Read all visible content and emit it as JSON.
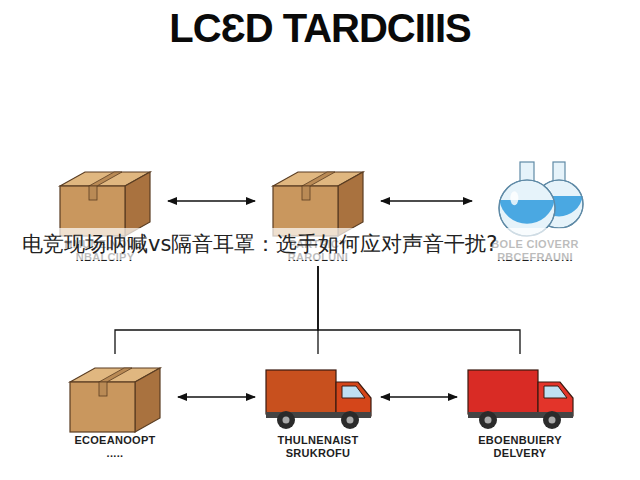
{
  "diagram": {
    "title": "LCƐD TARDCIIIS",
    "nodes": [
      {
        "text": [
          "HMUNE NOVIS NBALCIPY"
        ]
      },
      {
        "text": [
          "PARTRICY RAROLUNI"
        ]
      },
      {
        "text": [
          "BOLE CIOVERR RBCEFRAUNI"
        ]
      },
      {
        "text": [
          "ECOEANOOPT",
          "....."
        ]
      },
      {
        "text": [
          "THULNENAIST SRUKROFU"
        ]
      },
      {
        "text": [
          "EBOENBUIERY DELVERY"
        ]
      }
    ],
    "edges": [
      {
        "from": 0,
        "to": 1,
        "arrow": "both"
      },
      {
        "from": 1,
        "to": 2,
        "arrow": "both"
      },
      {
        "from": 1,
        "to": 3,
        "arrow": "none"
      },
      {
        "from": 1,
        "to": 4,
        "arrow": "none"
      },
      {
        "from": 1,
        "to": 5,
        "arrow": "none"
      },
      {
        "from": 3,
        "to": 4,
        "arrow": "both"
      },
      {
        "from": 4,
        "to": 5,
        "arrow": "both"
      }
    ],
    "labels": [
      "电竞现场呐喊vs隔音耳罩：选手如何应对声音干扰?"
    ]
  }
}
